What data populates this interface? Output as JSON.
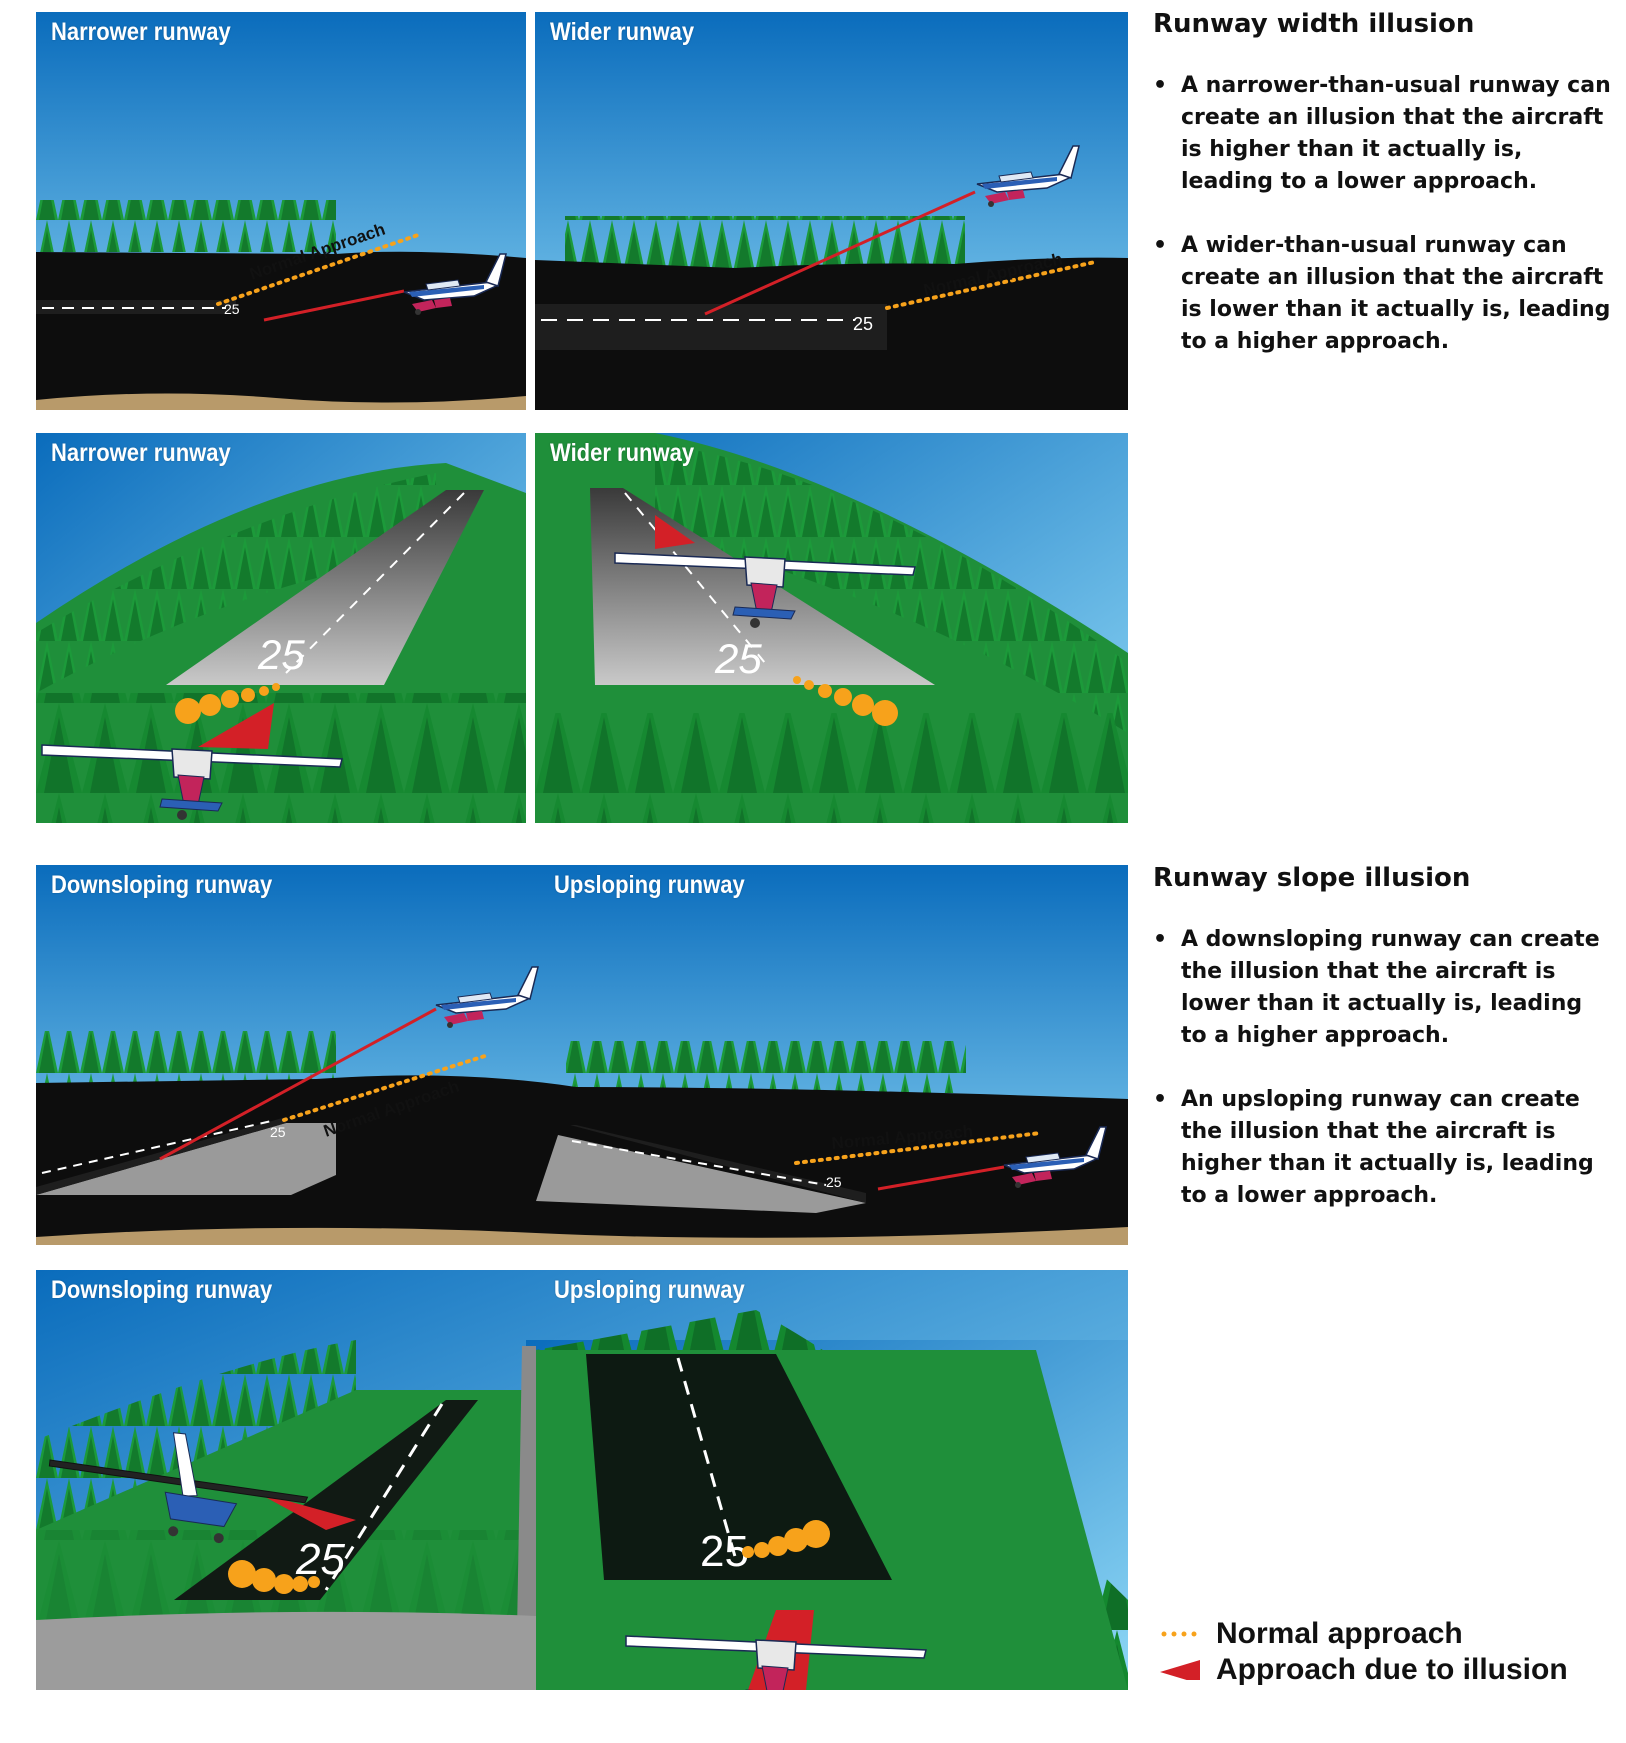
{
  "panels": {
    "p1": "Narrower runway",
    "p2": "Wider runway",
    "p3": "Narrower runway",
    "p4": "Wider runway",
    "p5a": "Downsloping runway",
    "p5b": "Upsloping runway",
    "p6a": "Downsloping runway",
    "p6b": "Upsloping runway"
  },
  "annotations": {
    "normal_approach": "Normal Approach",
    "runway_number": "25"
  },
  "sections": {
    "width": {
      "title": "Runway width illusion",
      "bullets": [
        "A narrower-than-usual runway can create an illusion that the aircraft is higher than it actually is, leading to a lower approach.",
        "A wider-than-usual runway can create an illusion that the aircraft is lower than it actually is, leading to a higher approach."
      ]
    },
    "slope": {
      "title": "Runway slope illusion",
      "bullets": [
        "A downsloping runway can create the illusion that the aircraft is lower than it actually is, leading to a higher approach.",
        "An upsloping runway can create the illusion that the aircraft is higher than it actually is, leading to a lower approach."
      ]
    }
  },
  "legend": {
    "normal": "Normal approach",
    "illusion": "Approach due to illusion"
  },
  "colors": {
    "normal_approach": "#f7a21b",
    "illusion_approach": "#d32027",
    "sky_top": "#0a74c4",
    "sky_bottom": "#8ed6f5",
    "forest": "#1f8f3a",
    "ground_dark": "#0d0d0d"
  }
}
